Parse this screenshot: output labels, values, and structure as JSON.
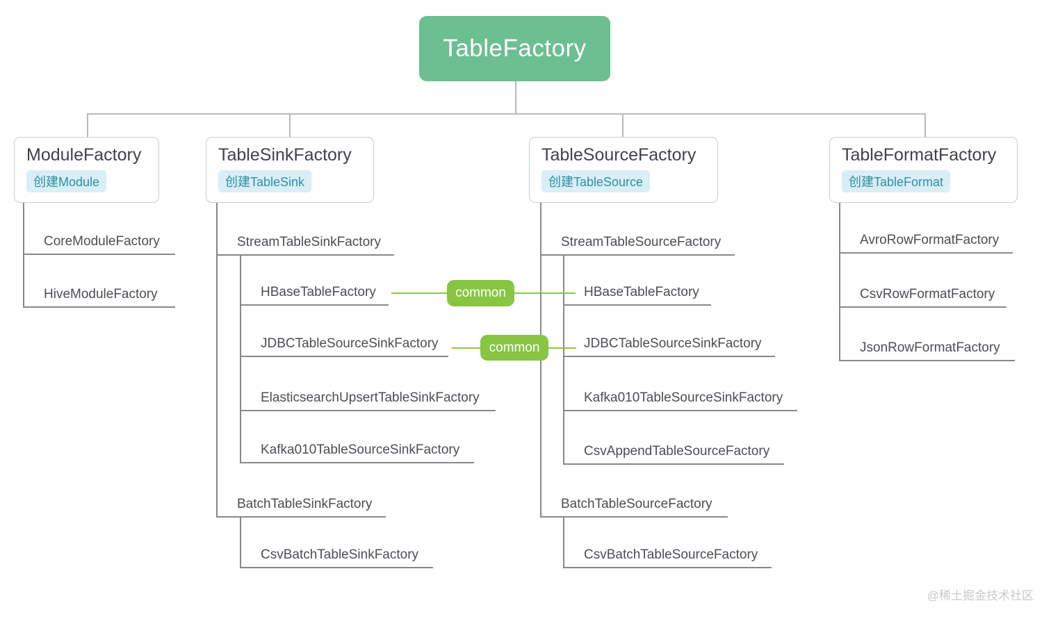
{
  "root": {
    "label": "TableFactory"
  },
  "branches": [
    {
      "title": "ModuleFactory",
      "tag": "创建Module",
      "children": [
        {
          "label": "CoreModuleFactory"
        },
        {
          "label": "HiveModuleFactory"
        }
      ]
    },
    {
      "title": "TableSinkFactory",
      "tag": "创建TableSink",
      "children": [
        {
          "label": "StreamTableSinkFactory",
          "children": [
            {
              "label": "HBaseTableFactory"
            },
            {
              "label": "JDBCTableSourceSinkFactory"
            },
            {
              "label": "ElasticsearchUpsertTableSinkFactory"
            },
            {
              "label": "Kafka010TableSourceSinkFactory"
            }
          ]
        },
        {
          "label": "BatchTableSinkFactory",
          "children": [
            {
              "label": "CsvBatchTableSinkFactory"
            }
          ]
        }
      ]
    },
    {
      "title": "TableSourceFactory",
      "tag": "创建TableSource",
      "children": [
        {
          "label": "StreamTableSourceFactory",
          "children": [
            {
              "label": "HBaseTableFactory"
            },
            {
              "label": "JDBCTableSourceSinkFactory"
            },
            {
              "label": "Kafka010TableSourceSinkFactory"
            },
            {
              "label": "CsvAppendTableSourceFactory"
            }
          ]
        },
        {
          "label": "BatchTableSourceFactory",
          "children": [
            {
              "label": "CsvBatchTableSourceFactory"
            }
          ]
        }
      ]
    },
    {
      "title": "TableFormatFactory",
      "tag": "创建TableFormat",
      "children": [
        {
          "label": "AvroRowFormatFactory"
        },
        {
          "label": "CsvRowFormatFactory"
        },
        {
          "label": "JsonRowFormatFactory"
        }
      ]
    }
  ],
  "relations": [
    {
      "label": "common"
    },
    {
      "label": "common"
    }
  ],
  "watermark": {
    "text": "@稀土掘金技术社区"
  },
  "colors": {
    "root_green": "#6cbf90",
    "badge_green": "#87c543",
    "link_green": "#8cc63f",
    "tag_bg": "#daeef5",
    "tag_text": "#2e8fa3",
    "branch_line": "#85898c",
    "connector_line": "#b7babc",
    "title_text": "#3e4347",
    "node_text": "#4a4e52",
    "watermark": "#c9c9c9"
  }
}
